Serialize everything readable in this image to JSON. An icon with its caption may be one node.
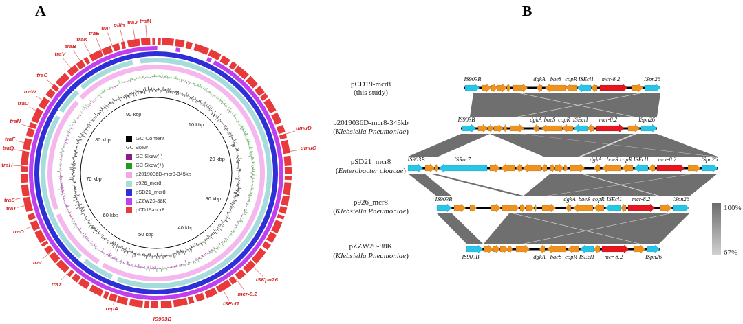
{
  "diagram": {
    "nodes": [
      {
        "text": [
          "traM"
        ]
      },
      {
        "text": [
          "traJ"
        ]
      },
      {
        "text": [
          "pilin"
        ]
      },
      {
        "text": [
          "traL"
        ]
      },
      {
        "text": [
          "traE"
        ]
      },
      {
        "text": [
          "traK"
        ]
      },
      {
        "text": [
          "traB"
        ]
      },
      {
        "text": [
          "traV"
        ]
      },
      {
        "text": [
          "traC"
        ]
      },
      {
        "text": [
          "traW"
        ]
      },
      {
        "text": [
          "traU"
        ]
      },
      {
        "text": [
          "traN"
        ]
      },
      {
        "text": [
          "traF"
        ]
      },
      {
        "text": [
          "traQ"
        ]
      },
      {
        "text": [
          "traH"
        ]
      },
      {
        "text": [
          "traS"
        ]
      },
      {
        "text": [
          "traT"
        ]
      },
      {
        "text": [
          "traD"
        ]
      },
      {
        "text": [
          "traI"
        ]
      },
      {
        "text": [
          "traX"
        ]
      },
      {
        "text": [
          "repA"
        ]
      },
      {
        "text": [
          "IS903B"
        ]
      },
      {
        "text": [
          "ISEcl1"
        ]
      },
      {
        "text": [
          "mcr-8.2"
        ]
      },
      {
        "text": [
          "ISKpn26"
        ]
      },
      {
        "text": [
          "umuC"
        ]
      },
      {
        "text": [
          "umuD"
        ]
      }
    ],
    "edges": [
      {
        "from": 0,
        "to": null,
        "arrow": "none"
      },
      {
        "from": 1,
        "to": null,
        "arrow": "none"
      },
      {
        "from": 2,
        "to": null,
        "arrow": "none"
      },
      {
        "from": 3,
        "to": null,
        "arrow": "none"
      },
      {
        "from": 4,
        "to": null,
        "arrow": "none"
      },
      {
        "from": 5,
        "to": null,
        "arrow": "none"
      },
      {
        "from": 6,
        "to": null,
        "arrow": "none"
      },
      {
        "from": 7,
        "to": null,
        "arrow": "none"
      },
      {
        "from": 8,
        "to": null,
        "arrow": "none"
      },
      {
        "from": 9,
        "to": null,
        "arrow": "none"
      },
      {
        "from": 10,
        "to": null,
        "arrow": "none"
      },
      {
        "from": 11,
        "to": null,
        "arrow": "none"
      },
      {
        "from": 12,
        "to": null,
        "arrow": "none"
      },
      {
        "from": 13,
        "to": null,
        "arrow": "none"
      },
      {
        "from": 14,
        "to": null,
        "arrow": "none"
      },
      {
        "from": 15,
        "to": null,
        "arrow": "none"
      },
      {
        "from": 16,
        "to": null,
        "arrow": "none"
      },
      {
        "from": 17,
        "to": null,
        "arrow": "none"
      },
      {
        "from": 18,
        "to": null,
        "arrow": "none"
      },
      {
        "from": 19,
        "to": null,
        "arrow": "none"
      },
      {
        "from": 20,
        "to": null,
        "arrow": "none"
      },
      {
        "from": 21,
        "to": null,
        "arrow": "none"
      },
      {
        "from": 22,
        "to": null,
        "arrow": "none"
      },
      {
        "from": 23,
        "to": null,
        "arrow": "none"
      },
      {
        "from": 24,
        "to": null,
        "arrow": "none"
      },
      {
        "from": 25,
        "to": null,
        "arrow": "none"
      },
      {
        "from": 26,
        "to": null,
        "arrow": "none"
      }
    ],
    "labels": [
      "A",
      "B",
      "90 kbp",
      "10 kbp",
      "80 kbp",
      "20 kbp",
      "70 kbp",
      "30 kbp",
      "60 kbp",
      "40 kbp",
      "50 kbp",
      "GC Skew",
      "pCD19-mcr8",
      "(this study)",
      "IS903B",
      "dgkA",
      "baeS",
      "copR",
      "ISEcl1",
      "mcr-8.2",
      "ISpn26",
      "p2019036D-mcr8-345kb",
      "(*Klebsiella Pneumoniae*)",
      "IS903B",
      "dgkA",
      "baeS",
      "copR",
      "ISEcl1",
      "mcr-8.2",
      "ISpn26",
      "pSD21_mcr8",
      "(*Enterobacter cloacae*)",
      "IS903B",
      "ISRor7",
      "dgkA",
      "baeS",
      "copR",
      "ISEcl1",
      "mcr-8.2",
      "ISpn26",
      "p926_mcr8",
      "(*Klebsiella Pneumoniae*)",
      "IS903B",
      "dgkA",
      "baeS",
      "copR",
      "ISEcl1",
      "mcr-8.2",
      "ISpn26",
      "100%",
      "pZZW20-88K",
      "(*Klebsiella Pneumoniae*)",
      "IS903B",
      "dgkA",
      "baeS",
      "copR",
      "ISEcl1",
      "mcr-8.2",
      "ISpn26",
      "67%"
    ],
    "legend": [
      {
        "text": "GC Content",
        "color": "#000000"
      },
      {
        "text": "GC Skew(-)",
        "color": "#8b1a8b"
      },
      {
        "text": "GC Skew(+)",
        "color": "#1e9a1e"
      },
      {
        "text": "p2019036D-mcr8-345kb",
        "color": "#f2a6ea"
      },
      {
        "text": "p926_mcr8",
        "color": "#a6dcdc"
      },
      {
        "text": "pSD21_mcr8",
        "color": "#2f2fd8"
      },
      {
        "text": "pZZW20-88K",
        "color": "#c040f0"
      },
      {
        "text": "pCD19-mcr8",
        "color": "#e83a3a"
      }
    ]
  }
}
